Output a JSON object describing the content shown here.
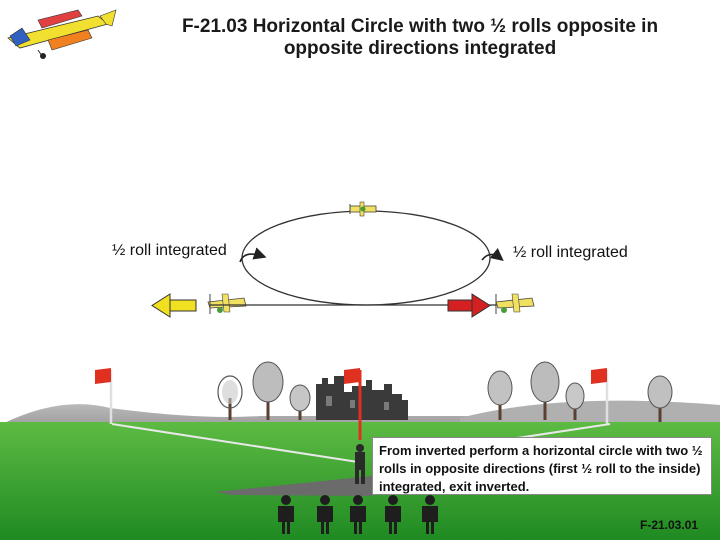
{
  "title_line1": "F-21.03 Horizontal Circle with two ½ rolls opposite in",
  "title_line2": "opposite directions integrated",
  "label_left": "½ roll integrated",
  "label_right": "½ roll integrated",
  "description": "From inverted perform a horizontal circle with two ½ rolls in opposite directions (first ½ roll to the inside) integrated, exit inverted.",
  "code": "F-21.03.01",
  "colors": {
    "sky": "#ffffff",
    "grass": "#2e9e2a",
    "entry_arrow": "#d42020",
    "exit_arrow": "#f0e020",
    "flag": "#e03020"
  }
}
